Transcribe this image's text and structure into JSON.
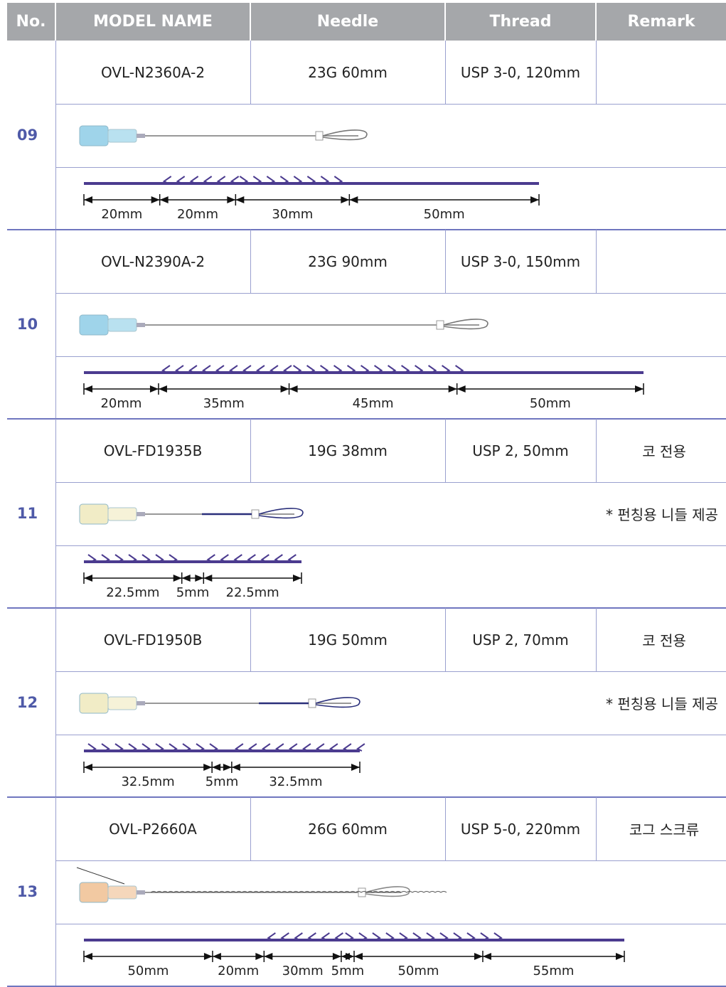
{
  "header": {
    "no": "No.",
    "model": "MODEL NAME",
    "needle": "Needle",
    "thread": "Thread",
    "remark": "Remark"
  },
  "colors": {
    "header_bg": "#a5a7aa",
    "accent": "#4f5aa8",
    "thread": "#4b3b8f",
    "divider": "#6f76bf"
  },
  "rows": [
    {
      "no": "09",
      "model": "OVL-N2360A-2",
      "needle": "23G 60mm",
      "thread": "USP 3-0, 120mm",
      "remark": "",
      "note": "",
      "hub": "blue-hub",
      "dims": [
        "20mm",
        "20mm",
        "30mm",
        "50mm"
      ],
      "dim_mm": [
        20,
        20,
        30,
        50
      ],
      "cogs": [
        {
          "from_mm": 20,
          "to_mm": 40,
          "dir": "left"
        },
        {
          "from_mm": 40,
          "to_mm": 70,
          "dir": "right"
        }
      ]
    },
    {
      "no": "10",
      "model": "OVL-N2390A-2",
      "needle": "23G 90mm",
      "thread": "USP 3-0, 150mm",
      "remark": "",
      "note": "",
      "hub": "blue-hub",
      "dims": [
        "20mm",
        "35mm",
        "45mm",
        "50mm"
      ],
      "dim_mm": [
        20,
        35,
        45,
        50
      ],
      "cogs": [
        {
          "from_mm": 20,
          "to_mm": 55,
          "dir": "left"
        },
        {
          "from_mm": 55,
          "to_mm": 100,
          "dir": "right"
        }
      ]
    },
    {
      "no": "11",
      "model": "OVL-FD1935B",
      "needle": "19G 38mm",
      "thread": "USP 2, 50mm",
      "remark": "코 전용",
      "note": "* 펀칭용 니들 제공",
      "hub": "yellow-hub",
      "dims": [
        "22.5mm",
        "5mm",
        "22.5mm"
      ],
      "dim_mm": [
        22.5,
        5,
        22.5
      ],
      "cogs": [
        {
          "from_mm": 0,
          "to_mm": 22.5,
          "dir": "right"
        },
        {
          "from_mm": 27.5,
          "to_mm": 50,
          "dir": "left"
        }
      ]
    },
    {
      "no": "12",
      "model": "OVL-FD1950B",
      "needle": "19G 50mm",
      "thread": "USP 2, 70mm",
      "remark": "코 전용",
      "note": "* 펀칭용 니들 제공",
      "hub": "yellow-hub",
      "dims": [
        "32.5mm",
        "5mm",
        "32.5mm"
      ],
      "dim_mm": [
        32.5,
        5,
        32.5
      ],
      "cogs": [
        {
          "from_mm": 0,
          "to_mm": 32.5,
          "dir": "right"
        },
        {
          "from_mm": 37.5,
          "to_mm": 70,
          "dir": "left"
        }
      ]
    },
    {
      "no": "13",
      "model": "OVL-P2660A",
      "needle": "26G 60mm",
      "thread": "USP 5-0, 220mm",
      "remark": "코그 스크류",
      "note": "",
      "hub": "orange-hub",
      "dims": [
        "50mm",
        "20mm",
        "30mm",
        "5mm",
        "50mm",
        "55mm"
      ],
      "dim_mm": [
        50,
        20,
        30,
        5,
        50,
        55
      ],
      "cogs": [
        {
          "from_mm": 70,
          "to_mm": 100,
          "dir": "left"
        },
        {
          "from_mm": 100,
          "to_mm": 165,
          "dir": "right"
        }
      ]
    }
  ]
}
